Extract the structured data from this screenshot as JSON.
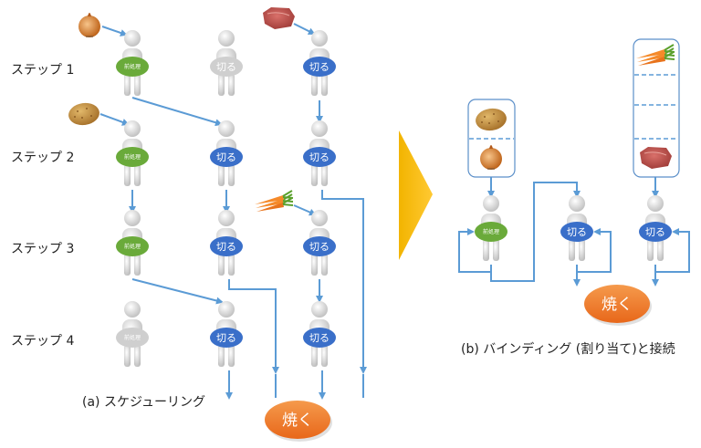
{
  "steps": [
    {
      "label": "ステップ 1"
    },
    {
      "label": "ステップ 2"
    },
    {
      "label": "ステップ 3"
    },
    {
      "label": "ステップ 4"
    }
  ],
  "labels": {
    "preprocess": "前処理",
    "cut": "切る",
    "bake": "焼く"
  },
  "captions": {
    "scheduling": "(a) スケジューリング",
    "binding": "(b) バインディング (割り当て)と接続"
  },
  "colors": {
    "preprocess": "#6aaa3a",
    "cut": "#3a6fc9",
    "idle": "#cfcfcf",
    "bake": "#f07a28",
    "arrow": "#5b9bd5",
    "triangle": "#f5b800"
  },
  "scheduling": {
    "columns": [
      "preprocess",
      "cut",
      "cut"
    ],
    "grid": [
      [
        "preprocess",
        "idle",
        "cut"
      ],
      [
        "preprocess",
        "cut",
        "cut"
      ],
      [
        "preprocess",
        "cut",
        "cut"
      ],
      [
        "idle",
        "cut",
        "cut"
      ]
    ],
    "inputs": [
      {
        "item": "onion",
        "step": 1,
        "column": 1
      },
      {
        "item": "meat",
        "step": 1,
        "column": 3
      },
      {
        "item": "potato",
        "step": 2,
        "column": 1
      },
      {
        "item": "carrot",
        "step": 3,
        "column": 3
      }
    ]
  },
  "binding": {
    "units": [
      "preprocess",
      "cut",
      "cut"
    ],
    "registers": [
      {
        "unit": 1,
        "slots": [
          "potato",
          "onion"
        ]
      },
      {
        "unit": 3,
        "slots": [
          "carrot",
          "",
          "",
          "meat"
        ]
      }
    ]
  }
}
